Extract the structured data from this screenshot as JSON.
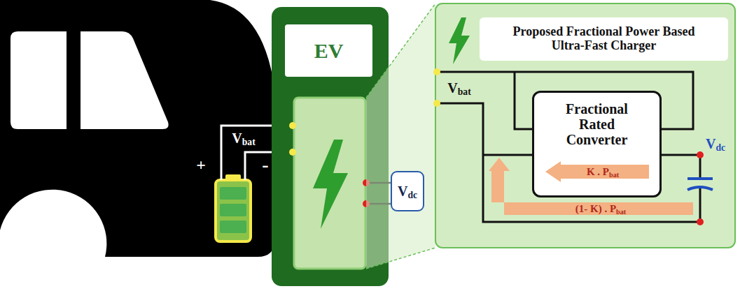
{
  "diagram": {
    "nodes": [
      {
        "text": [
          "EV"
        ]
      },
      {
        "text": [
          "Vdc"
        ]
      },
      {
        "text": [
          "Proposed Fractional Power Based Ultra-Fast Charger"
        ]
      },
      {
        "text": [
          "Fractional Rated Converter"
        ]
      },
      {
        "text": [
          "K . Pbat"
        ],
        "in": 3
      }
    ],
    "labels": [
      "Vbat",
      "+",
      "-",
      "Vbat",
      "(1- K) . Pbat",
      "Vdc"
    ]
  }
}
